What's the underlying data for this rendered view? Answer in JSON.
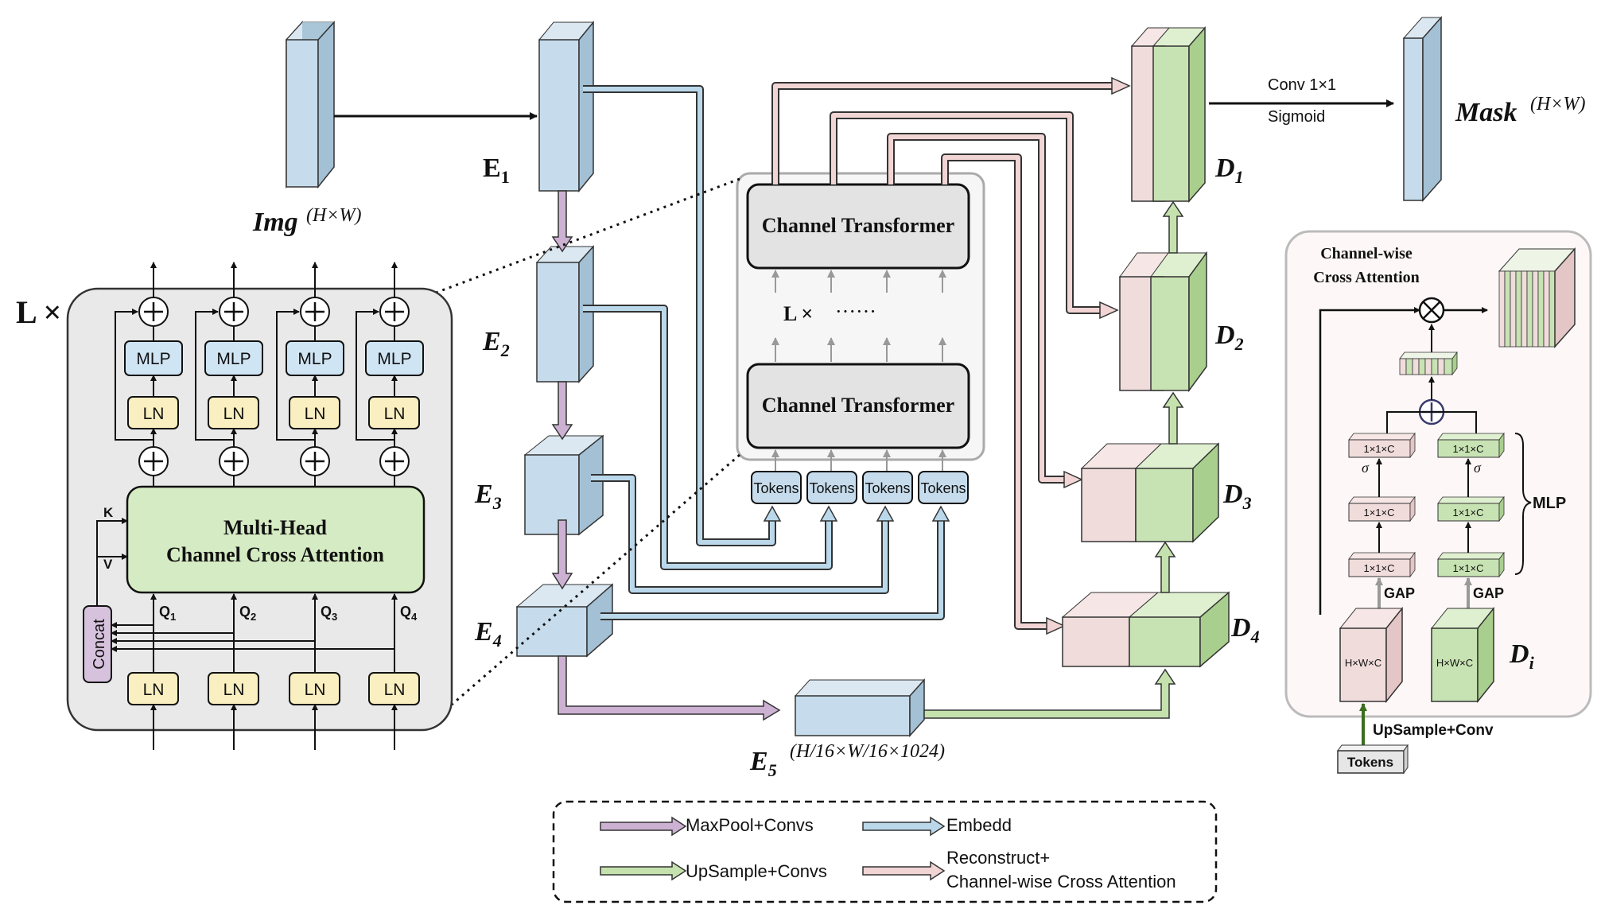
{
  "input": {
    "label": "Img",
    "dims": "(H×W)"
  },
  "output": {
    "label": "Mask",
    "dims": "(H×W)",
    "op_line1": "Conv 1×1",
    "op_line2": "Sigmoid"
  },
  "encoders": [
    {
      "name": "E",
      "sub": "1"
    },
    {
      "name": "E",
      "sub": "2"
    },
    {
      "name": "E",
      "sub": "3"
    },
    {
      "name": "E",
      "sub": "4"
    },
    {
      "name": "E",
      "sub": "5",
      "dims": "(H/16×W/16×1024)"
    }
  ],
  "decoders": [
    {
      "name": "D",
      "sub": "1"
    },
    {
      "name": "D",
      "sub": "2"
    },
    {
      "name": "D",
      "sub": "3"
    },
    {
      "name": "D",
      "sub": "4"
    }
  ],
  "transformer_stack": {
    "block_label": "Channel Transformer",
    "repeat": "L ×",
    "dots": "······",
    "tokens": [
      "Tokens",
      "Tokens",
      "Tokens",
      "Tokens"
    ]
  },
  "layer_detail": {
    "repeat": "L ×",
    "attention_line1": "Multi-Head",
    "attention_line2": "Channel Cross Attention",
    "mlp": "MLP",
    "ln": "LN",
    "concat": "Concat",
    "k": "K",
    "v": "V",
    "queries": [
      {
        "q": "Q",
        "sub": "1"
      },
      {
        "q": "Q",
        "sub": "2"
      },
      {
        "q": "Q",
        "sub": "3"
      },
      {
        "q": "Q",
        "sub": "4"
      }
    ]
  },
  "ccam": {
    "title_line1": "Channel-wise",
    "title_line2": "Cross Attention",
    "layer": "1×1×C",
    "sigma": "σ",
    "mlp": "MLP",
    "gap": "GAP",
    "feature": "H×W×C",
    "di_name": "D",
    "di_sub": "i",
    "upsample": "UpSample+Conv",
    "tokens": "Tokens"
  },
  "legend": [
    {
      "label": "MaxPool+Convs",
      "color": "#cdb1d3"
    },
    {
      "label": "Embedd",
      "color": "#bad8ea"
    },
    {
      "label": "UpSample+Convs",
      "color": "#c5e2ae"
    },
    {
      "label_line1": "Reconstruct+",
      "label_line2": "Channel-wise Cross Attention",
      "color": "#f1d4d4"
    }
  ],
  "colors": {
    "encoder": "#c6dcec",
    "decoder_green": "#c8e3b3",
    "decoder_pink": "#f1dcdc",
    "attention": "#d5ebc3",
    "ln": "#faefc0",
    "mlp": "#d0e5f4",
    "concat": "#d7c2de",
    "panel": "#e9e9e9"
  }
}
